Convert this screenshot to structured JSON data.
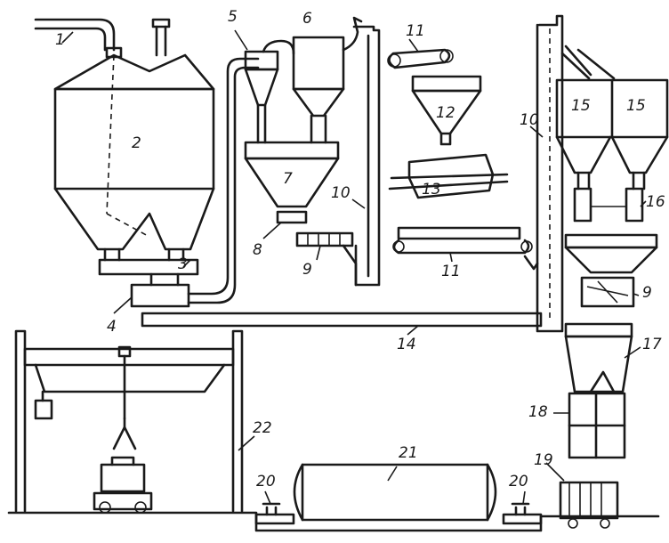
{
  "labels": {
    "l1": "1",
    "l2": "2",
    "l3": "3",
    "l4": "4",
    "l5": "5",
    "l6": "6",
    "l7": "7",
    "l8": "8",
    "l9a": "9",
    "l9b": "9",
    "l10a": "10",
    "l10b": "10",
    "l11a": "11",
    "l11b": "11",
    "l12": "12",
    "l13": "13",
    "l14": "14",
    "l15a": "15",
    "l15b": "15",
    "l16": "16",
    "l17": "17",
    "l18": "18",
    "l19": "19",
    "l20a": "20",
    "l20b": "20",
    "l21": "21",
    "l22": "22"
  }
}
